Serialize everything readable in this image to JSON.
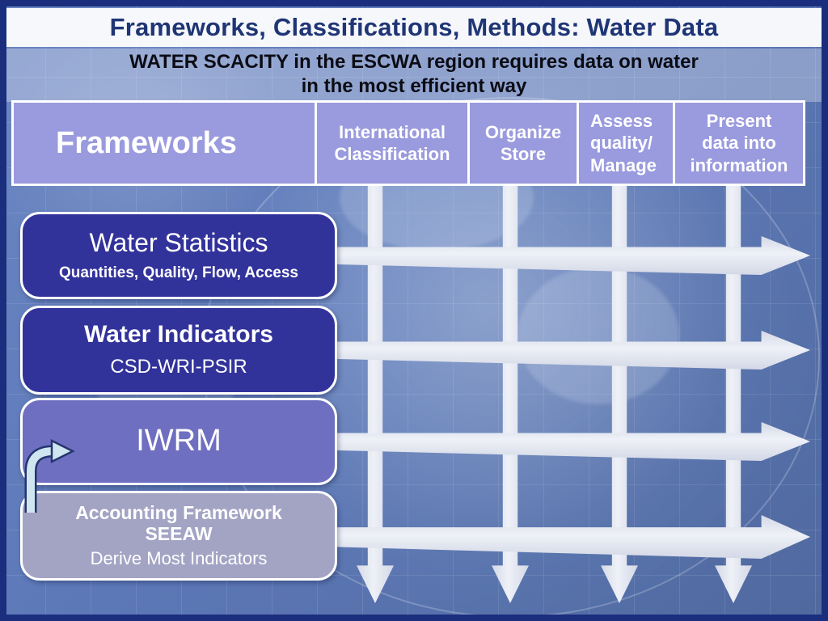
{
  "slide": {
    "title": "Frameworks, Classifications, Methods: Water Data",
    "subtitle_line1": "WATER SCACITY in the ESCWA region requires data on water",
    "subtitle_line2": "in the most efficient  way"
  },
  "header": {
    "frameworks_label": "Frameworks",
    "columns": [
      {
        "label": "International\nClassification"
      },
      {
        "label": "Organize\nStore"
      },
      {
        "label": "Assess\nquality/\nManage"
      },
      {
        "label": "Present\ndata into\ninformation"
      }
    ]
  },
  "framework_boxes": [
    {
      "title": "Water Statistics",
      "subtitle": "Quantities, Quality, Flow, Access"
    },
    {
      "title": "Water Indicators",
      "subtitle": "CSD-WRI-PSIR"
    },
    {
      "title": "IWRM",
      "subtitle": ""
    },
    {
      "title": "Accounting Framework\nSEEAW",
      "subtitle": "Derive Most Indicators"
    }
  ],
  "icons": {
    "curved_arrow": "curved-arrow-icon"
  },
  "colors": {
    "header_cell": "#9a9ade",
    "dark_box": "#32329b",
    "medium_box": "#6f6fc2",
    "light_box": "#a3a3c4",
    "title_text": "#1f3575",
    "frame_border": "#1b2e7d",
    "arrow_fill": "#e4e7f0",
    "background": "#5d79b8"
  }
}
